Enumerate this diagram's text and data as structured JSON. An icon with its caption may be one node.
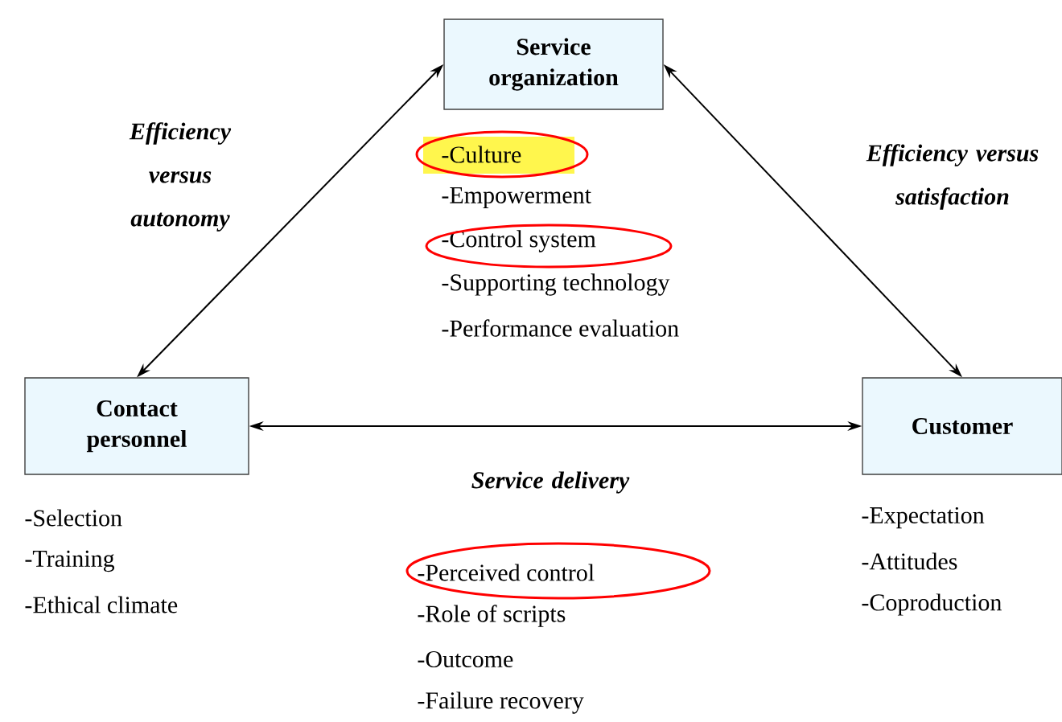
{
  "diagram": {
    "nodes": [
      {
        "text": [
          "Service organization"
        ],
        "beside": [
          "-Culture",
          "-Empowerment",
          "-Control system",
          "-Supporting technology",
          "-Performance evaluation"
        ]
      },
      {
        "text": [
          "Contact personnel"
        ],
        "beside": [
          "-Selection",
          "-Training",
          "-Ethical climate"
        ]
      },
      {
        "text": [
          "Customer"
        ],
        "beside": [
          "-Expectation",
          "-Attitudes",
          "-Coproduction"
        ]
      }
    ],
    "edges": [
      {
        "from": 1,
        "to": 0,
        "arrow": "both",
        "label": "Efficiency versus autonomy"
      },
      {
        "from": 2,
        "to": 0,
        "arrow": "both",
        "label": "Efficiency versus satisfaction"
      },
      {
        "from": 1,
        "to": 2,
        "arrow": "both",
        "label": "Service delivery"
      }
    ],
    "labels": [
      "-Perceived control",
      "-Role of scripts",
      "-Outcome",
      "-Failure recovery"
    ]
  }
}
